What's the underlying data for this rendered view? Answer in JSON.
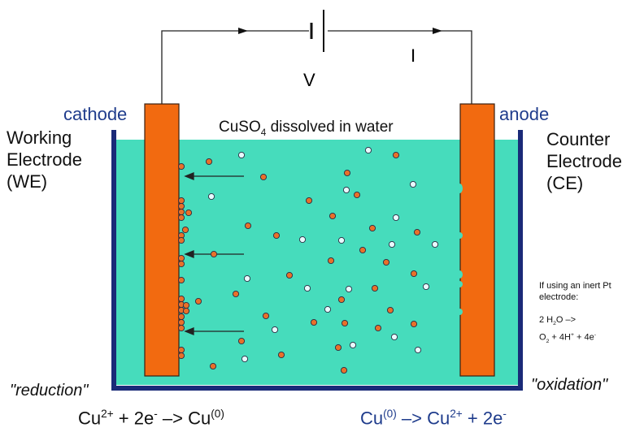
{
  "circuit": {
    "voltage_label": "V",
    "current_label": "I"
  },
  "labels": {
    "cathode": "cathode",
    "anode": "anode",
    "solution": {
      "text": "CuSO",
      "sub": "4",
      "rest": " dissolved in water"
    },
    "working_electrode": [
      "Working",
      "Electrode",
      "(WE)"
    ],
    "counter_electrode": [
      "Counter",
      "Electrode",
      "(CE)"
    ],
    "reduction": "\"reduction\"",
    "oxidation": "\"oxidation\""
  },
  "reactions": {
    "cathode": {
      "a": "Cu",
      "a_sup": "2+",
      "b": " + 2e",
      "b_sup": "-",
      "c": " –> Cu",
      "c_sup": "(0)"
    },
    "anode": {
      "a": "Cu",
      "a_sup": "(0)",
      "b": " –> Cu",
      "b_sup": "2+",
      "c": " + 2e",
      "c_sup": "-"
    }
  },
  "pt_note": {
    "line1": "If using an inert Pt",
    "line2": "electrode:",
    "eq1": {
      "a": "2 H",
      "sub": "2",
      "b": "O –>"
    },
    "eq2": {
      "a": "O",
      "sub": "2",
      "b": " + 4H",
      "sup1": "+",
      "c": " + 4e",
      "sup2": "-"
    }
  },
  "colors": {
    "electrolyte": "#46dcbc",
    "electrode": "#f26a10",
    "electrode_border": "#3a2010",
    "container": "#1a2a78",
    "cu_ion": "#e8702a",
    "water": "#e8fbff",
    "text_blue": "#1f3c8c"
  }
}
